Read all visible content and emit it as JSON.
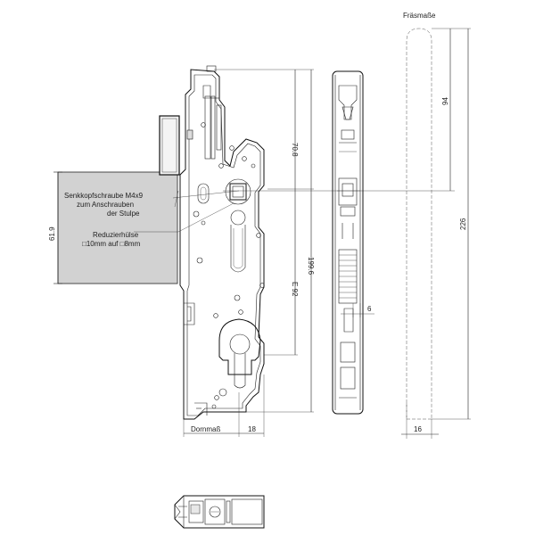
{
  "title": "Fräsmaße",
  "callouts": {
    "screw": [
      "Senkkopfschraube M4x9",
      "zum Anschrauben",
      "der Stulpe"
    ],
    "sleeve": [
      "Reduzierhülse",
      "□10mm auf □8mm"
    ]
  },
  "dimensions": {
    "d_61_9": "61.9",
    "d_70_8": "70.8",
    "d_199_6": "199.6",
    "d_e92": "E 92",
    "d_dornmass": "Dornmaß",
    "d_18": "18",
    "d_6": "6",
    "d_94": "94",
    "d_226": "226",
    "d_16": "16"
  }
}
